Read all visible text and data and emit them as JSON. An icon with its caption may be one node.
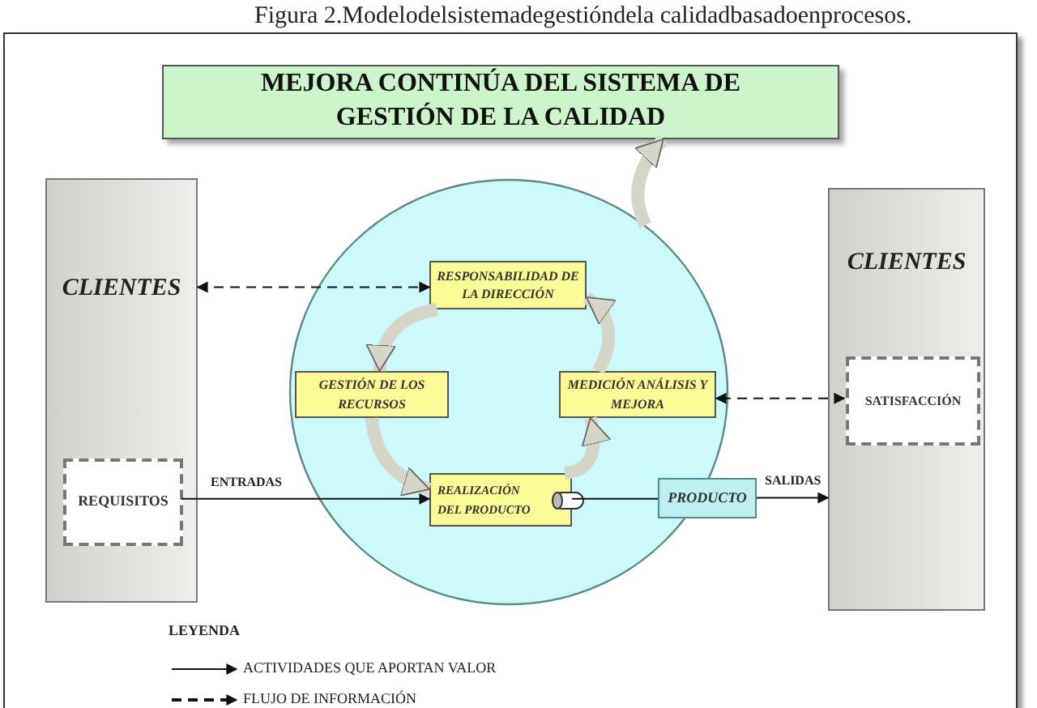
{
  "diagram": {
    "caption": "Figura 2.Modelodelsistemadegestióndela calidadbasadoenprocesos.",
    "nodes": [
      {
        "text": [
          "MEJORA CONTINÚA DEL SISTEMA DE GESTIÓN DE LA CALIDAD"
        ]
      },
      {
        "text": [
          "CLIENTES"
        ]
      },
      {
        "text": [
          "REQUISITOS"
        ],
        "in": 1
      },
      {
        "text": [],
        "shape": "circle"
      },
      {
        "text": [
          "RESPONSABILIDAD DE LA DIRECCIÓN"
        ],
        "in": 3
      },
      {
        "text": [
          "GESTIÓN DE LOS RECURSOS"
        ],
        "in": 3
      },
      {
        "text": [
          "MEDICIÓN ANÁLISIS Y MEJORA"
        ],
        "in": 3
      },
      {
        "text": [
          "REALIZACIÓN DEL PRODUCTO"
        ],
        "in": 3
      },
      {
        "text": [
          "PRODUCTO"
        ]
      },
      {
        "text": [
          "CLIENTES"
        ]
      },
      {
        "text": [
          "SATISFACCIÓN"
        ],
        "in": 9
      }
    ],
    "edges": [
      {
        "from": 1,
        "to": 4,
        "arrow": "both",
        "style": "dashed"
      },
      {
        "from": 2,
        "to": 7,
        "arrow": "to",
        "label": "ENTRADAS"
      },
      {
        "from": 7,
        "to": 8,
        "arrow": "none"
      },
      {
        "from": 8,
        "to": 9,
        "arrow": "to",
        "label": "SALIDAS"
      },
      {
        "from": 10,
        "to": 6,
        "arrow": "both",
        "style": "dashed"
      },
      {
        "from": 4,
        "to": 5,
        "arrow": "to",
        "style": "thick",
        "color": "#d6d6c8"
      },
      {
        "from": 5,
        "to": 7,
        "arrow": "to",
        "style": "thick",
        "color": "#d6d6c8"
      },
      {
        "from": 7,
        "to": 6,
        "arrow": "to",
        "style": "thick",
        "color": "#d6d6c8"
      },
      {
        "from": 6,
        "to": 4,
        "arrow": "to",
        "style": "thick",
        "color": "#d6d6c8"
      },
      {
        "from": 3,
        "to": 0,
        "arrow": "to",
        "style": "thick",
        "color": "#d6d6c8"
      }
    ],
    "labels": [
      "LEYENDA"
    ],
    "legend": [
      {
        "text": "ACTIVIDADES QUE APORTAN VALOR"
      },
      {
        "text": "FLUJO DE INFORMACIÓN"
      }
    ]
  }
}
